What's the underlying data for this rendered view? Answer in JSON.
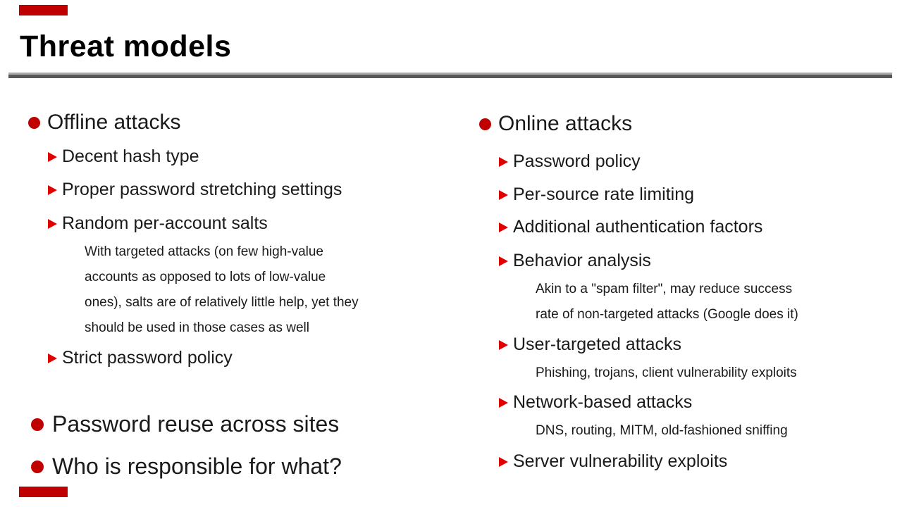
{
  "slide": {
    "title": "Threat models"
  },
  "theme": {
    "accent_red": "#c00000",
    "triangle_red": "#e00000",
    "rule_top": "#ababab",
    "rule_bottom": "#575757",
    "text_color": "#1a1a1a",
    "background": "#ffffff"
  },
  "left": {
    "items": [
      {
        "label": "Offline attacks"
      },
      {
        "label": "Decent hash type"
      },
      {
        "label": "Proper password stretching settings"
      },
      {
        "label": "Random per-account salts"
      },
      {
        "lines": [
          "With targeted attacks (on few high-value",
          "accounts as opposed to lots of low-value",
          "ones), salts are of relatively little help, yet they",
          "should be used in those cases as well"
        ]
      },
      {
        "label": "Strict password policy"
      },
      {
        "label": "Password reuse across sites"
      },
      {
        "label": "Who is responsible for what?"
      }
    ]
  },
  "right": {
    "items": [
      {
        "label": "Online attacks"
      },
      {
        "label": "Password policy"
      },
      {
        "label": "Per-source rate limiting"
      },
      {
        "label": "Additional authentication factors"
      },
      {
        "label": "Behavior analysis"
      },
      {
        "lines": [
          "Akin to a \"spam filter\", may reduce success",
          "rate of non-targeted attacks (Google does it)"
        ]
      },
      {
        "label": "User-targeted attacks"
      },
      {
        "lines": [
          "Phishing, trojans, client vulnerability exploits"
        ]
      },
      {
        "label": "Network-based attacks"
      },
      {
        "lines": [
          "DNS, routing, MITM, old-fashioned sniffing"
        ]
      },
      {
        "label": "Server vulnerability exploits"
      }
    ]
  }
}
